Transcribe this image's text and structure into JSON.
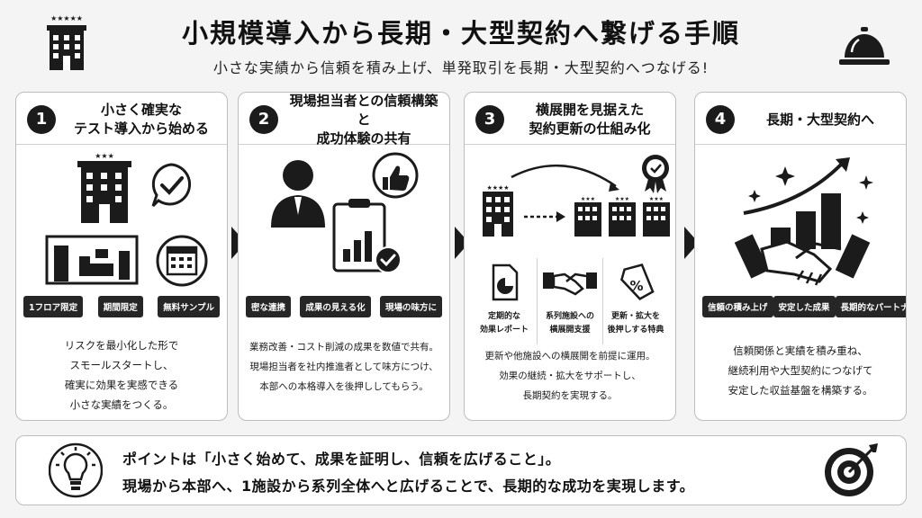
{
  "header": {
    "title": "小規模導入から長期・大型契約へ繋げる手順",
    "subtitle": "小さな実績から信頼を積み上げ、単発取引を長期・大型契約へつなげる!",
    "left_icon": "hotel-building-icon",
    "right_icon": "service-bell-icon"
  },
  "steps": [
    {
      "number": "1",
      "title": [
        "小さく確実な",
        "テスト導入から始める"
      ],
      "icons": [
        "hotel-building-icon",
        "checkmark-bubble-icon",
        "hotel-room-icon",
        "calendar-icon"
      ],
      "tags": [
        "1フロア限定",
        "期間限定",
        "無料サンプル"
      ],
      "description": [
        "リスクを最小化した形で",
        "スモールスタートし、",
        "確実に効果を実感できる",
        "小さな実績をつくる。"
      ]
    },
    {
      "number": "2",
      "title": [
        "現場担当者との信頼構築と",
        "成功体験の共有"
      ],
      "icons": [
        "person-icon",
        "thumbs-up-icon",
        "clipboard-chart-icon",
        "check-circle-icon"
      ],
      "tags": [
        "密な連携",
        "成果の見える化",
        "現場の味方に"
      ],
      "description": [
        "業務改善・コスト削減の成果を数値で共有。",
        "現場担当者を社内推進者として味方につけ、",
        "本部への本格導入を後押ししてもらう。"
      ]
    },
    {
      "number": "3",
      "title": [
        "横展開を見据えた",
        "契約更新の仕組み化"
      ],
      "icons": [
        "hotel-building-icon",
        "certified-badge-icon",
        "expansion-arrow-icon"
      ],
      "features": [
        {
          "icon": "report-document-icon",
          "label": [
            "定期的な",
            "効果レポート"
          ]
        },
        {
          "icon": "handshake-icon",
          "label": [
            "系列施設への",
            "横展開支援"
          ]
        },
        {
          "icon": "discount-tag-icon",
          "label": [
            "更新・拡大を",
            "後押しする特典"
          ]
        }
      ],
      "description": [
        "更新や他施設への横展開を前提に運用。",
        "効果の継続・拡大をサポートし、",
        "長期契約を実現する。"
      ]
    },
    {
      "number": "4",
      "title": [
        "長期・大型契約へ"
      ],
      "icons": [
        "growth-chart-icon",
        "handshake-icon",
        "sparkle-icon"
      ],
      "tags": [
        "信頼の積み上げ",
        "安定した成果",
        "長期的なパートナー"
      ],
      "description": [
        "信頼関係と実績を積み重ね、",
        "継続利用や大型契約につなげて",
        "安定した収益基盤を構築する。"
      ]
    }
  ],
  "point": {
    "line1": "ポイントは「小さく始めて、成果を証明し、信頼を広げること」。",
    "line2": "現場から本部へ、1施設から系列全体へと広げることで、長期的な成功を実現します。",
    "left_icon": "lightbulb-icon",
    "right_icon": "target-icon"
  },
  "colors": {
    "accent": "#1b1b1b",
    "background": "#f4f4f4",
    "card": "#ffffff",
    "border": "#bdbdbd"
  }
}
